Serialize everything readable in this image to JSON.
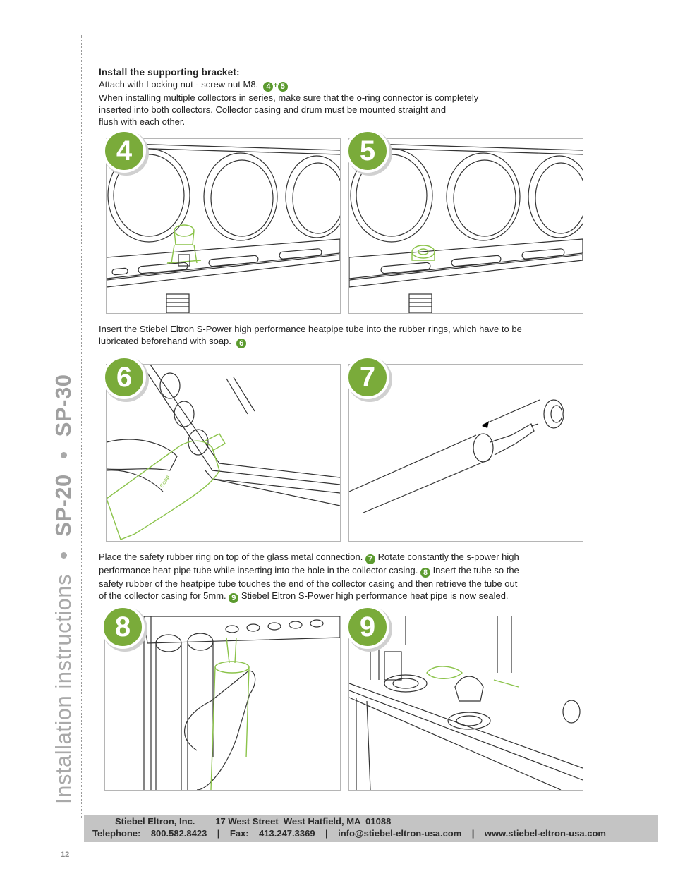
{
  "sidebar": {
    "title": "Installation instructions",
    "model_1": "SP-20",
    "model_2": "SP-30"
  },
  "section1": {
    "heading": "Install the supporting bracket:",
    "line1": "Attach with Locking nut - screw nut M8.",
    "ref_a": "4",
    "plus": "+",
    "ref_b": "5",
    "line2": "When installing multiple collectors in series, make sure that the o-ring connector is completely",
    "line3": "inserted into both collectors.  Collector casing and drum must be mounted straight and",
    "line4": "flush with each other."
  },
  "section2": {
    "line1": "Insert the Stiebel Eltron S-Power high performance heatpipe tube into the rubber rings, which have to be",
    "line2": "lubricated beforehand with soap.",
    "ref": "6"
  },
  "section3": {
    "line1a": "Place the safety rubber ring on top of the glass metal connection.",
    "ref7": "7",
    "line1b": "Rotate constantly the s-power high",
    "line2a": "performance heat-pipe tube while inserting into the hole  in the collector casing.",
    "ref8": "8",
    "line2b": "Insert the tube so the",
    "line3": "safety rubber of the heatpipe tube touches the end of the collector casing and then retrieve the tube out",
    "line4a": "of the collector casing for 5mm.",
    "ref9": "9",
    "line4b": "Stiebel Eltron S-Power high performance heat pipe is now sealed."
  },
  "figures": {
    "fig4": "4",
    "fig5": "5",
    "fig6": "6",
    "fig7": "7",
    "fig8": "8",
    "fig9": "9",
    "bottle_label": "Soap"
  },
  "footer": {
    "line1": "Stiebel Eltron, Inc.        17 West Street  West Hatfield, MA  01088",
    "line2": "Telephone:    800.582.8423    |    Fax:    413.247.3369    |    info@stiebel-eltron-usa.com    |    www.stiebel-eltron-usa.com"
  },
  "page_number": "12",
  "colors": {
    "accent_green": "#7aab3a",
    "footer_bg": "#c4c4c4",
    "side_text": "#a9a9a9"
  }
}
